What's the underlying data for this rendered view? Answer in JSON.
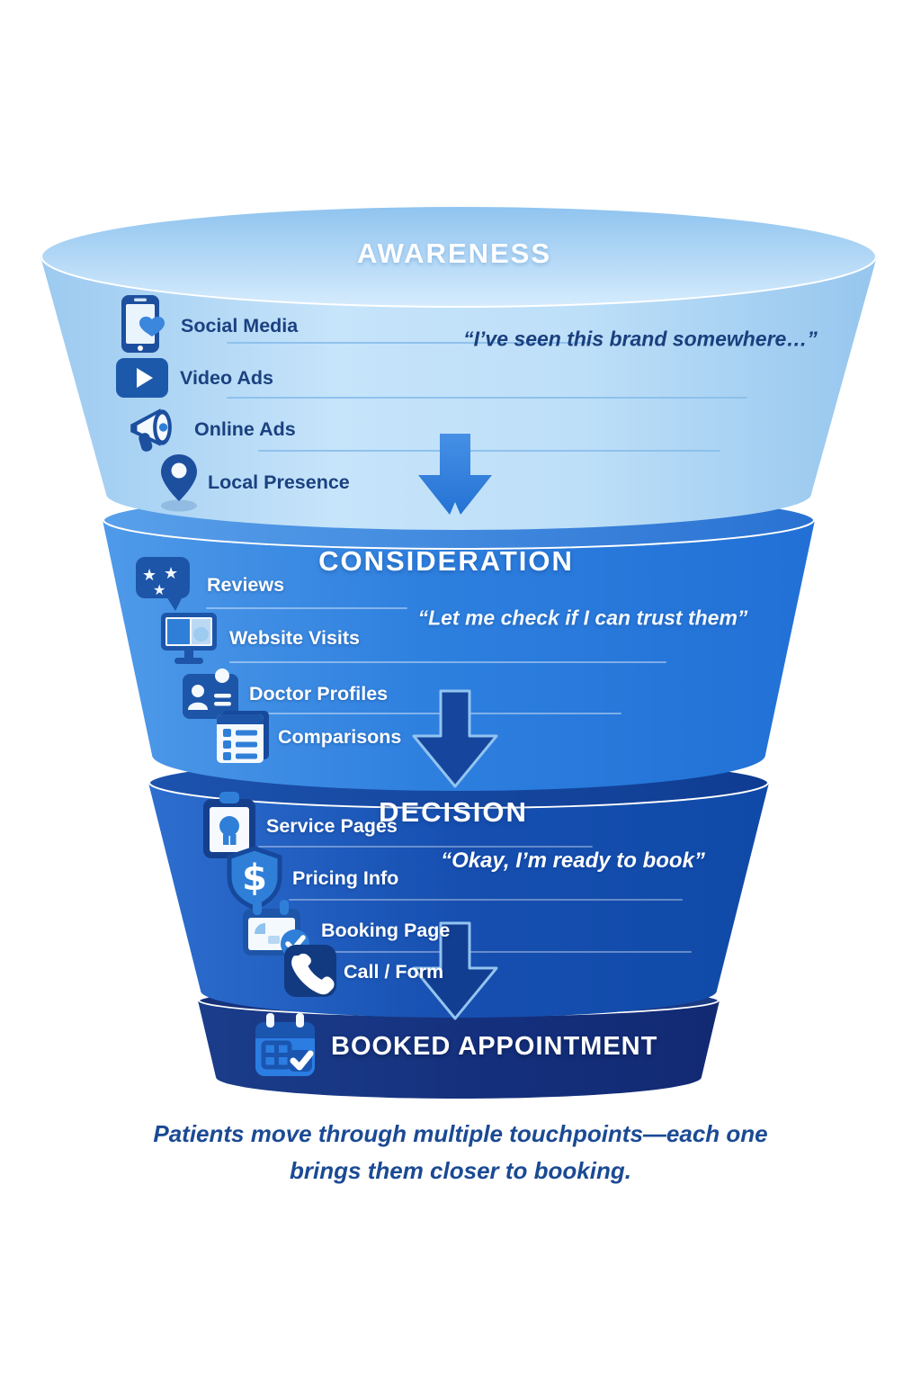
{
  "stages": [
    {
      "title": "AWARENESS",
      "quote": "“I’ve seen this brand somewhere…”",
      "items": [
        {
          "label": "Social Media",
          "icon": "smartphone-heart-icon"
        },
        {
          "label": "Video Ads",
          "icon": "video-play-icon"
        },
        {
          "label": "Online Ads",
          "icon": "megaphone-icon"
        },
        {
          "label": "Local Presence",
          "icon": "map-pin-icon"
        }
      ]
    },
    {
      "title": "CONSIDERATION",
      "quote": "“Let me check if I can trust them”",
      "items": [
        {
          "label": "Reviews",
          "icon": "reviews-bubble-icon"
        },
        {
          "label": "Website Visits",
          "icon": "monitor-icon"
        },
        {
          "label": "Doctor Profiles",
          "icon": "doctor-id-card-icon"
        },
        {
          "label": "Comparisons",
          "icon": "comparison-list-icon"
        }
      ]
    },
    {
      "title": "DECISION",
      "quote": "“Okay, I’m ready to book”",
      "items": [
        {
          "label": "Service Pages",
          "icon": "clipboard-icon"
        },
        {
          "label": "Pricing Info",
          "icon": "shield-dollar-icon"
        },
        {
          "label": "Booking Page",
          "icon": "calendar-check-icon"
        },
        {
          "label": "Call / Form",
          "icon": "phone-call-icon"
        }
      ]
    },
    {
      "title": "BOOKED APPOINTMENT",
      "icon": "booked-calendar-icon"
    }
  ],
  "caption": "Patients move through multiple touchpoints—each one brings them closer to booking.",
  "colors": {
    "awareness_body": "#a9d4f5",
    "consideration_body": "#2e80df",
    "decision_body": "#1650b2",
    "booked_body": "#15307e",
    "arrow_accent": "#2e7ed9",
    "dark_text": "#1b4180",
    "caption_text": "#1b4a94"
  }
}
